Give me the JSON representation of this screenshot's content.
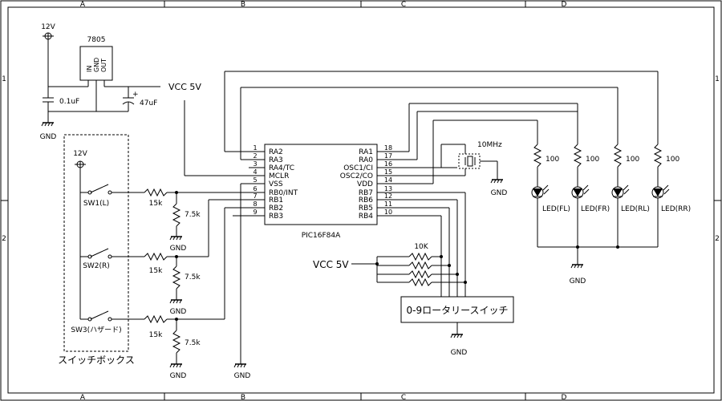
{
  "grid": {
    "columns": [
      "A",
      "B",
      "C",
      "D"
    ],
    "rows": [
      "1",
      "2"
    ]
  },
  "regulator": {
    "name": "7805",
    "pins": [
      "IN",
      "GND",
      "OUT"
    ],
    "supply": "12V",
    "cap_small": "0.1uF",
    "cap_large": "47uF",
    "gnd": "GND",
    "output_net": "VCC 5V"
  },
  "switch_box": {
    "title": "スイッチボックス",
    "supply": "12V",
    "switches": [
      "SW1(L)",
      "SW2(R)",
      "SW3(ハザード)"
    ],
    "series_resistors": [
      "15k",
      "15k",
      "15k"
    ],
    "pulldown_resistors": [
      "7.5k",
      "7.5k",
      "7.5k"
    ],
    "gnds": [
      "GND",
      "GND",
      "GND"
    ]
  },
  "mcu": {
    "name": "PIC16F84A",
    "left_pins": [
      {
        "num": "1",
        "name": "RA2"
      },
      {
        "num": "2",
        "name": "RA3"
      },
      {
        "num": "3",
        "name": "RA4/TC"
      },
      {
        "num": "4",
        "name": "MCLR"
      },
      {
        "num": "5",
        "name": "VSS"
      },
      {
        "num": "6",
        "name": "RB0/INT"
      },
      {
        "num": "7",
        "name": "RB1"
      },
      {
        "num": "8",
        "name": "RB2"
      },
      {
        "num": "9",
        "name": "RB3"
      }
    ],
    "right_pins": [
      {
        "num": "18",
        "name": "RA1"
      },
      {
        "num": "17",
        "name": "RA0"
      },
      {
        "num": "16",
        "name": "OSC1/CI"
      },
      {
        "num": "15",
        "name": "OSC2/CO"
      },
      {
        "num": "14",
        "name": "VDD"
      },
      {
        "num": "13",
        "name": "RB7"
      },
      {
        "num": "12",
        "name": "RB6"
      },
      {
        "num": "11",
        "name": "RB5"
      },
      {
        "num": "10",
        "name": "RB4"
      }
    ],
    "vss_gnd": "GND"
  },
  "crystal": {
    "label": "10MHz",
    "gnd": "GND"
  },
  "leds": {
    "resistor": "100",
    "labels": [
      "LED(FL)",
      "LED(FR)",
      "LED(RL)",
      "LED(RR)"
    ],
    "gnd": "GND"
  },
  "rotary": {
    "vcc": "VCC 5V",
    "pullup": "10K",
    "name": "0-9ロータリースイッチ",
    "gnd": "GND"
  }
}
